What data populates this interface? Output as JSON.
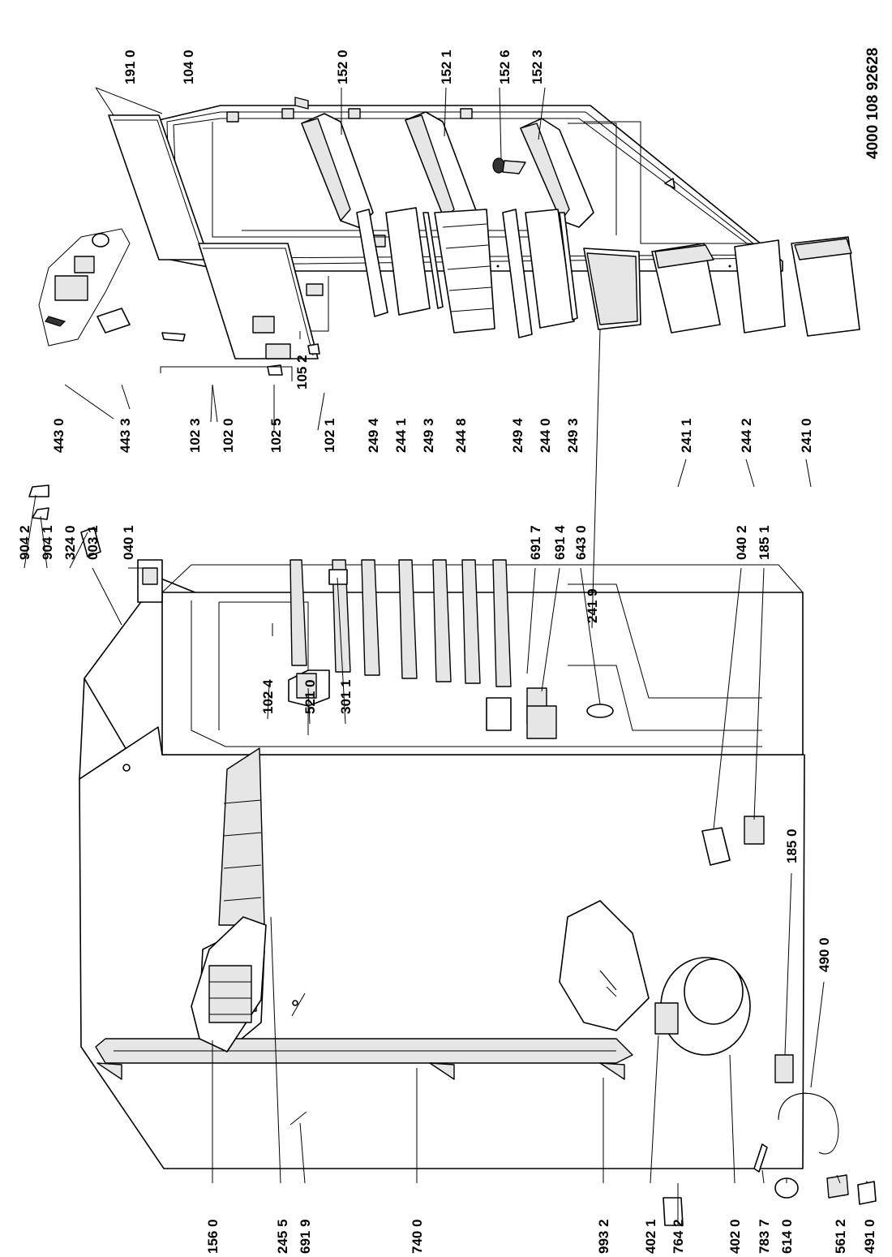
{
  "document_number": "4000 108 92628",
  "labels": {
    "p1910": "191 0",
    "p1040": "104 0",
    "p1520": "152 0",
    "p1521": "152 1",
    "p1526": "152 6",
    "p1523": "152 3",
    "p1052": "105 2",
    "p4430": "443 0",
    "p4433": "443 3",
    "p1020": "102 0",
    "p1023": "102 3",
    "p1025": "102 5",
    "p1021": "102 1",
    "p1024": "102 4",
    "p2494a": "249 4",
    "p2441": "244 1",
    "p2493a": "249 3",
    "p2448": "244 8",
    "p2494b": "249 4",
    "p2440": "244 0",
    "p2493b": "249 3",
    "p2419": "241 9",
    "p2411": "241 1",
    "p2442": "244 2",
    "p2410": "241 0",
    "p5210": "521 0",
    "p3011": "301 1",
    "p9042": "904 2",
    "p9041": "904 1",
    "p3240": "324 0",
    "p0031": "003 1",
    "p0401": "040 1",
    "p6917": "691 7",
    "p6914": "691 4",
    "p6430": "643 0",
    "p0402": "040 2",
    "p1851": "185 1",
    "p1850": "185 0",
    "p4900": "490 0",
    "p1560": "156 0",
    "p2455": "245 5",
    "p6919": "691 9",
    "p7400": "740 0",
    "p9932": "993 2",
    "p4021": "402 1",
    "p7642": "764 2",
    "p4020": "402 0",
    "p7837": "783 7",
    "p6140": "614 0",
    "p5612": "561 2",
    "p4910": "491 0"
  }
}
